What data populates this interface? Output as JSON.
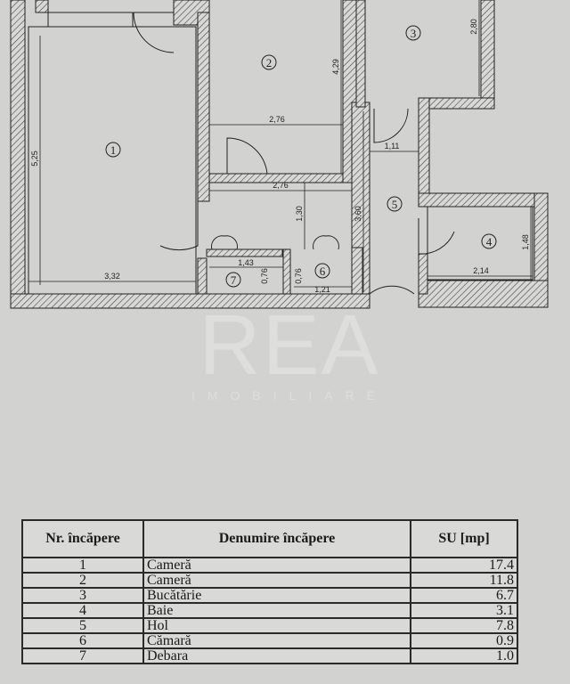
{
  "watermark": {
    "brand": "REA",
    "sub": "IMOBILIARE"
  },
  "plan": {
    "rooms": [
      "1",
      "2",
      "3",
      "4",
      "5",
      "6",
      "7"
    ],
    "dimensions": [
      "5,25",
      "3,32",
      "2,76",
      "4,29",
      "2,76",
      "2,80",
      "1,11",
      "3,60",
      "1,30",
      "1,43",
      "0,76",
      "0,76",
      "1,21",
      "1,48",
      "2,14"
    ]
  },
  "table": {
    "headers": {
      "nr": "Nr. încăpere",
      "name": "Denumire încăpere",
      "su": "SU [mp]"
    },
    "rows": [
      {
        "nr": "1",
        "name": "Cameră",
        "su": "17.4"
      },
      {
        "nr": "2",
        "name": "Cameră",
        "su": "11.8"
      },
      {
        "nr": "3",
        "name": "Bucătărie",
        "su": "6.7"
      },
      {
        "nr": "4",
        "name": "Baie",
        "su": "3.1"
      },
      {
        "nr": "5",
        "name": "Hol",
        "su": "7.8"
      },
      {
        "nr": "6",
        "name": "Cămară",
        "su": "0.9"
      },
      {
        "nr": "7",
        "name": "Debara",
        "su": "1.0"
      }
    ]
  }
}
